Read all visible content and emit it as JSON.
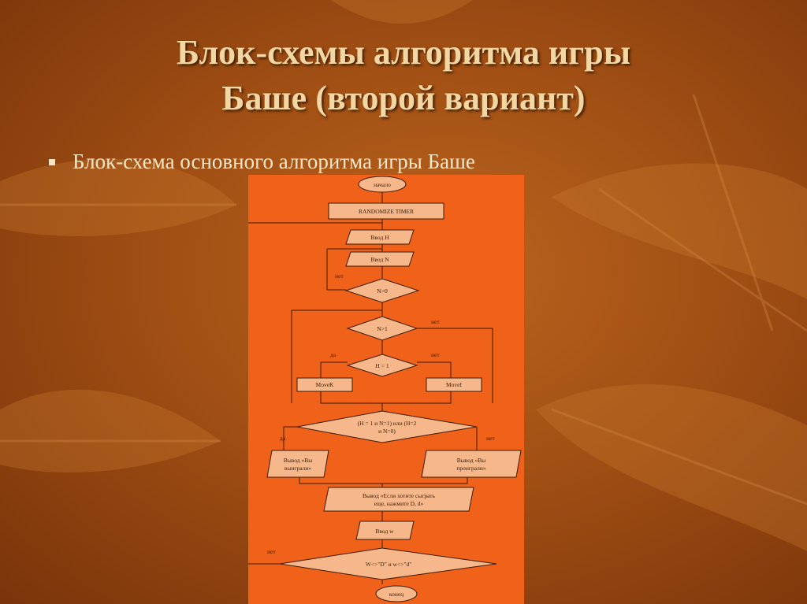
{
  "slide": {
    "title_line1": "Блок-схемы алгоритма игры",
    "title_line2": "Баше (второй вариант)",
    "bullet": "Блок-схема основного алгоритма игры Баше"
  },
  "flowchart": {
    "start": "начало",
    "randomize": "RANDOMIZE TIMER",
    "input_h": "Ввод H",
    "input_n": "Ввод N",
    "cond_n_gt0": "N>0",
    "cond_n_gt1": "N>1",
    "cond_h_eq1": "H = 1",
    "move_k": "MoveK",
    "move_i": "MoveI",
    "cond_win_line1": "(H = 1 и N=1) или (H=2",
    "cond_win_line2": "и N=0)",
    "win_line1": "Вывод «Вы",
    "win_line2": "выиграли»",
    "lose_line1": "Вывод «Вы",
    "lose_line2": "проиграли»",
    "again_line1": "Вывод «Если хотите сыграть",
    "again_line2": "еще, нажмите D, d»",
    "input_w": "Ввод w",
    "cond_repeat": "W<>\"D\" и w<>\"d\"",
    "end": "конец",
    "label_no_1": "нет",
    "label_no_2": "нет",
    "label_yes_h": "да",
    "label_no_h": "нет",
    "label_yes_win": "да",
    "label_no_win": "нет",
    "label_no_repeat": "нет"
  }
}
